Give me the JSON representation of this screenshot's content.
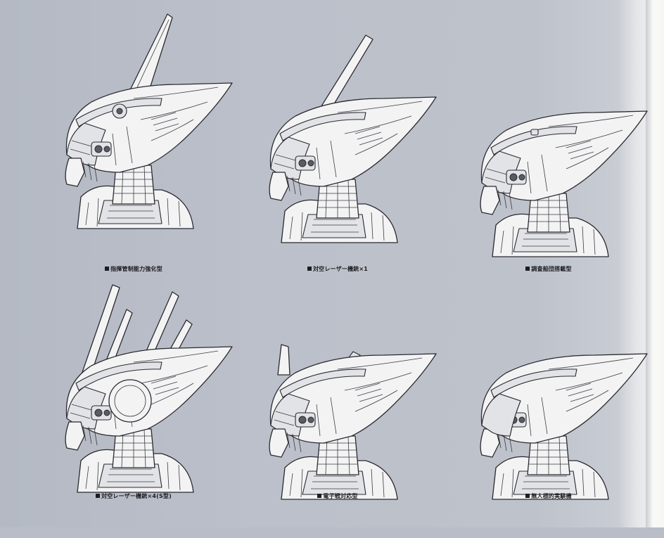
{
  "variants": [
    {
      "label": "指揮管制能力強化型",
      "icon": "commander-head-icon"
    },
    {
      "label": "対空レーザー機銃×1",
      "icon": "single-laser-head-icon"
    },
    {
      "label": "調査船団搭載型",
      "icon": "survey-head-icon"
    },
    {
      "label": "対空レーザー機銃×4(S型)",
      "icon": "quad-laser-head-icon"
    },
    {
      "label": "電子戦対応型",
      "icon": "electronic-warfare-head-icon"
    },
    {
      "label": "無人標的実験機",
      "icon": "drone-target-head-icon"
    }
  ],
  "colors": {
    "paper": "#bcc0ca",
    "ink": "#2a2a30",
    "highlight": "#f3f3f4"
  }
}
